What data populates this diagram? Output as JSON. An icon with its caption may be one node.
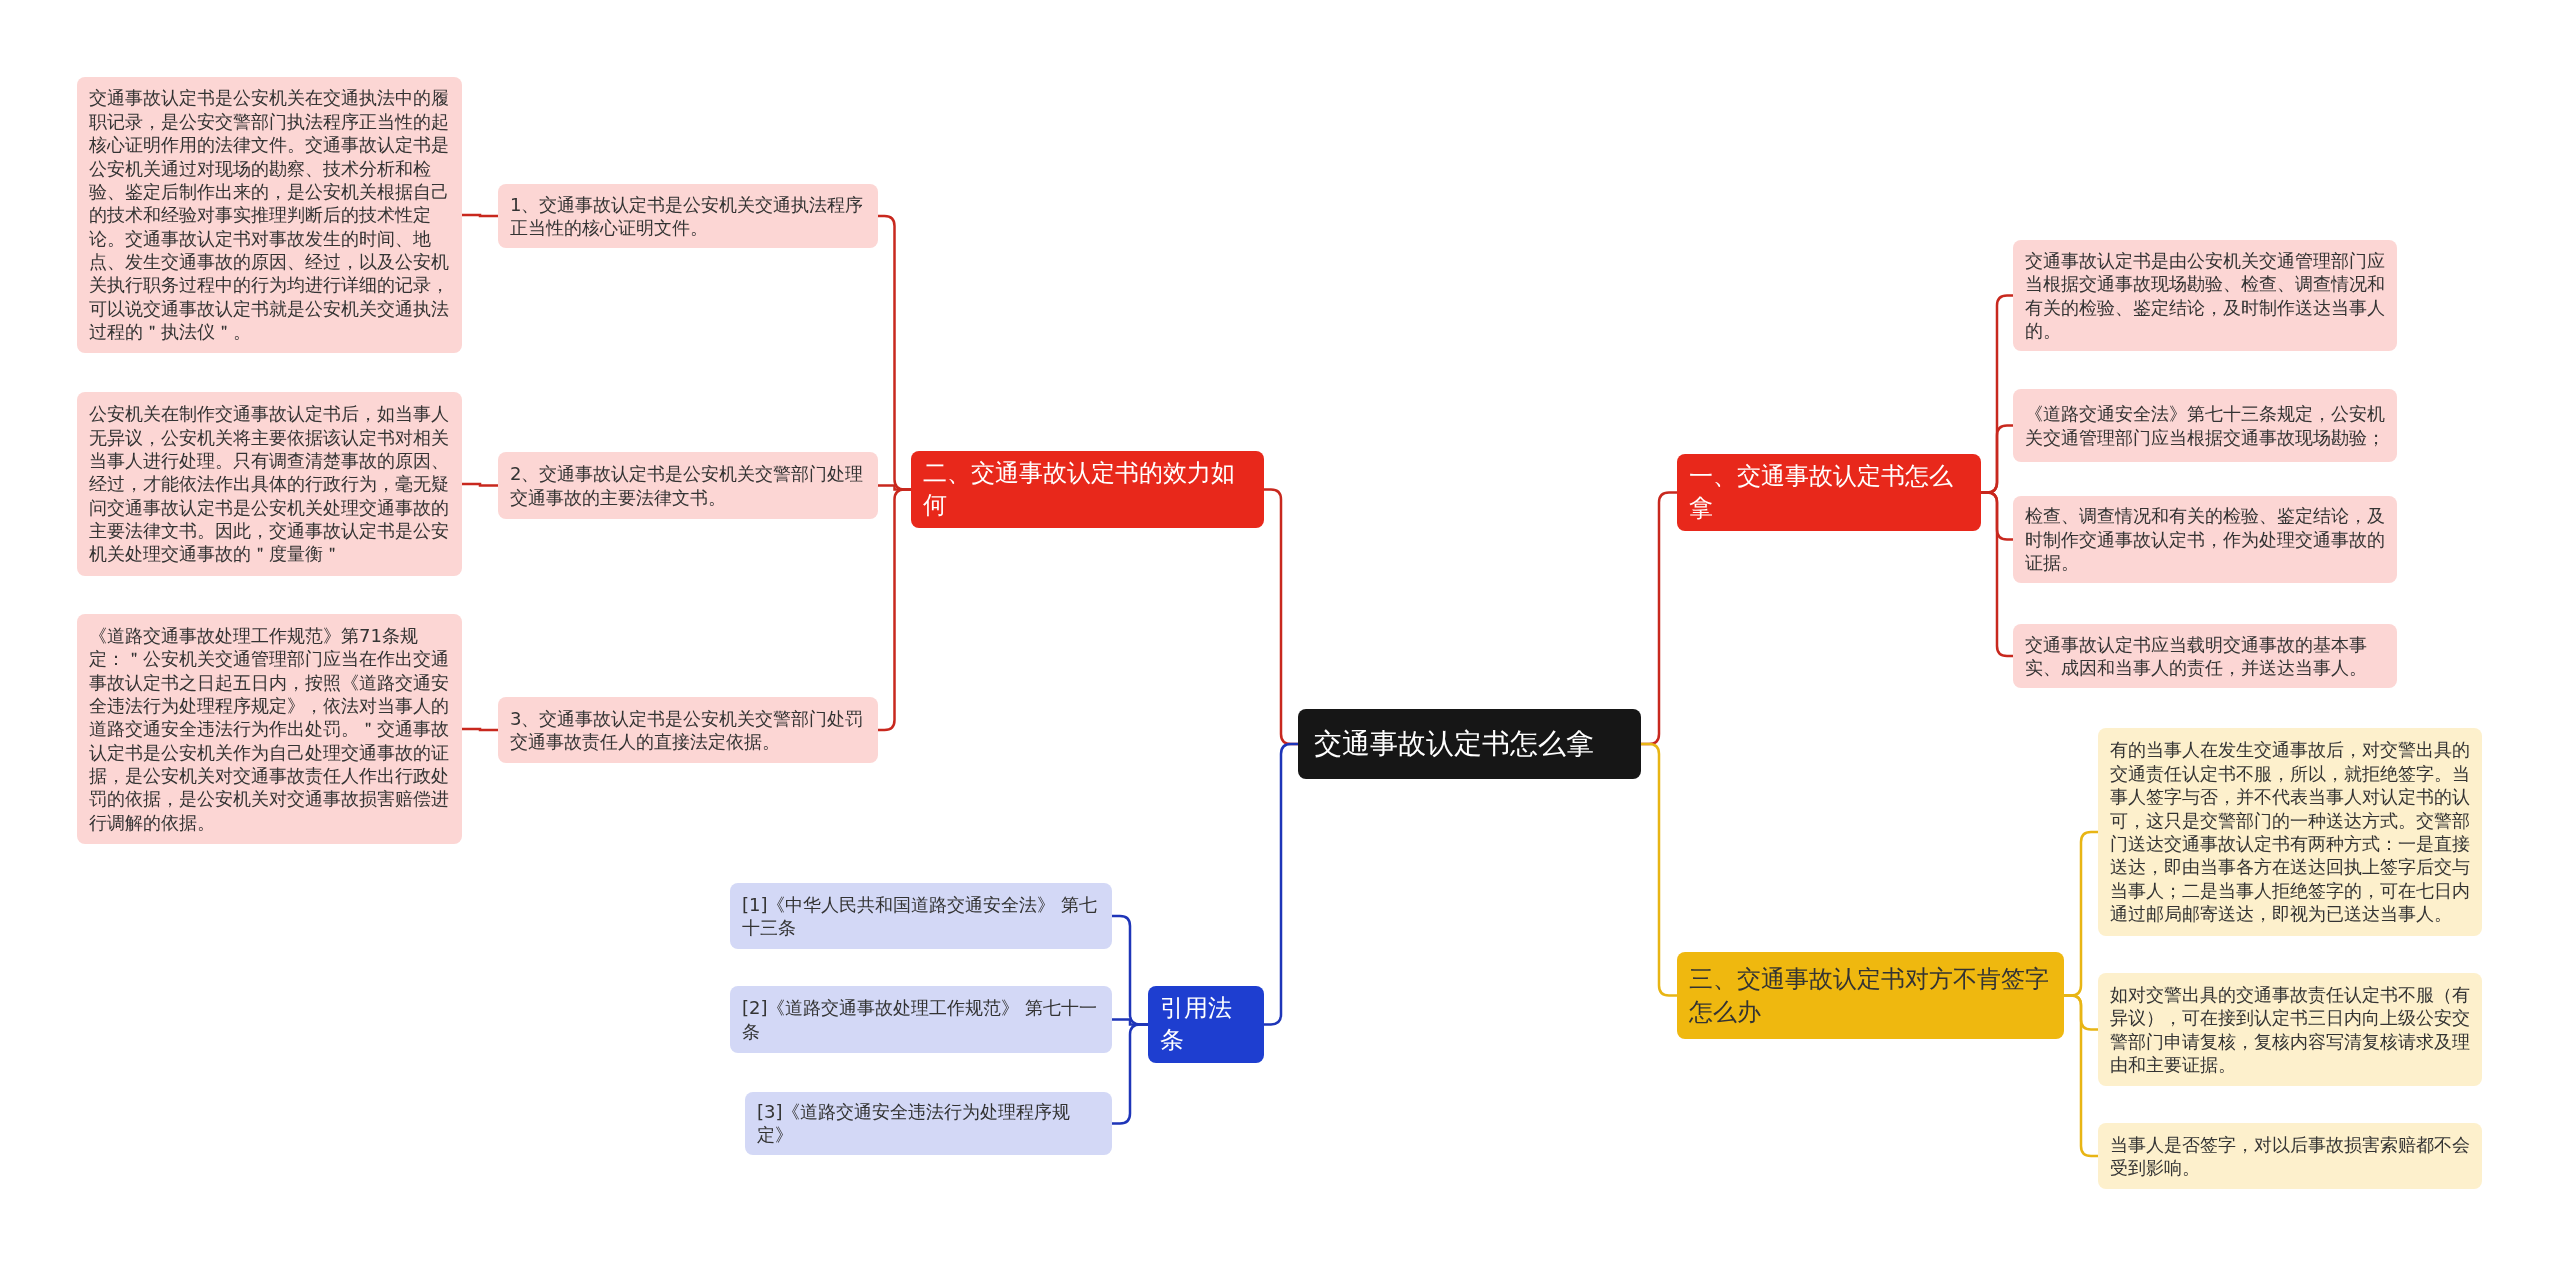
{
  "diagram": {
    "nodes": [
      {
        "text": [
          "交通事故认定书怎么拿"
        ]
      },
      {
        "text": [
          "二、交通事故认定书的效力如何"
        ]
      },
      {
        "text": [
          "1、交通事故认定书是公安机关交通执法程序正当性的核心证明文件。"
        ]
      },
      {
        "text": [
          "交通事故认定书是公安机关在交通执法中的履职记录，是公安交警部门执法程序正当性的起核心证明作用的法律文件。交通事故认定书是公安机关通过对现场的勘察、技术分析和检验、鉴定后制作出来的，是公安机关根据自己的技术和经验对事实推理判断后的技术性定论。交通事故认定书对事故发生的时间、地点、发生交通事故的原因、经过，以及公安机关执行职务过程中的行为均进行详细的记录，可以说交通事故认定书就是公安机关交通执法过程的＂执法仪＂。"
        ]
      },
      {
        "text": [
          "2、交通事故认定书是公安机关交警部门处理交通事故的主要法律文书。"
        ]
      },
      {
        "text": [
          "公安机关在制作交通事故认定书后，如当事人无异议，公安机关将主要依据该认定书对相关当事人进行处理。只有调查清楚事故的原因、经过，才能依法作出具体的行政行为，毫无疑问交通事故认定书是公安机关处理交通事故的主要法律文书。因此，交通事故认定书是公安机关处理交通事故的＂度量衡＂"
        ]
      },
      {
        "text": [
          "3、交通事故认定书是公安机关交警部门处罚交通事故责任人的直接法定依据。"
        ]
      },
      {
        "text": [
          "《道路交通事故处理工作规范》第71条规定：＂公安机关交通管理部门应当在作出交通事故认定书之日起五日内，按照《道路交通安全违法行为处理程序规定》，依法对当事人的道路交通安全违法行为作出处罚。＂交通事故认定书是公安机关作为自己处理交通事故的证据，是公安机关对交通事故责任人作出行政处罚的依据，是公安机关对交通事故损害赔偿进行调解的依据。"
        ]
      },
      {
        "text": [
          "引用法条"
        ]
      },
      {
        "text": [
          "[1]《中华人民共和国道路交通安全法》 第七十三条"
        ]
      },
      {
        "text": [
          "[2]《道路交通事故处理工作规范》 第七十一条"
        ]
      },
      {
        "text": [
          "[3]《道路交通安全违法行为处理程序规定》"
        ]
      },
      {
        "text": [
          "一、交通事故认定书怎么拿"
        ]
      },
      {
        "text": [
          "交通事故认定书是由公安机关交通管理部门应当根据交通事故现场勘验、检查、调查情况和有关的检验、鉴定结论，及时制作送达当事人的。"
        ]
      },
      {
        "text": [
          "《道路交通安全法》第七十三条规定，公安机关交通管理部门应当根据交通事故现场勘验；"
        ]
      },
      {
        "text": [
          "检查、调查情况和有关的检验、鉴定结论，及时制作交通事故认定书，作为处理交通事故的证据。"
        ]
      },
      {
        "text": [
          "交通事故认定书应当载明交通事故的基本事实、成因和当事人的责任，并送达当事人。"
        ]
      },
      {
        "text": [
          "三、交通事故认定书对方不肯签字怎么办"
        ]
      },
      {
        "text": [
          "有的当事人在发生交通事故后，对交警出具的交通责任认定书不服，所以，就拒绝签字。当事人签字与否，并不代表当事人对认定书的认可，这只是交警部门的一种送达方式。交警部门送达交通事故认定书有两种方式：一是直接送达，即由当事各方在送达回执上签字后交与当事人；二是当事人拒绝签字的，可在七日内通过邮局邮寄送达，即视为已送达当事人。"
        ]
      },
      {
        "text": [
          "如对交警出具的交通事故责任认定书不服（有异议），可在接到认定书三日内向上级公安交警部门申请复核，复核内容写清复核请求及理由和主要证据。"
        ]
      },
      {
        "text": [
          "当事人是否签字，对以后事故损害索赔都不会受到影响。"
        ]
      }
    ],
    "edges": [
      {
        "from": 0,
        "to": 1,
        "arrow": "none"
      },
      {
        "from": 1,
        "to": 2,
        "arrow": "none"
      },
      {
        "from": 2,
        "to": 3,
        "arrow": "none"
      },
      {
        "from": 1,
        "to": 4,
        "arrow": "none"
      },
      {
        "from": 4,
        "to": 5,
        "arrow": "none"
      },
      {
        "from": 1,
        "to": 6,
        "arrow": "none"
      },
      {
        "from": 6,
        "to": 7,
        "arrow": "none"
      },
      {
        "from": 0,
        "to": 8,
        "arrow": "none",
        "color": "#1e35b8"
      },
      {
        "from": 8,
        "to": 9,
        "arrow": "none",
        "color": "#1e35b8"
      },
      {
        "from": 8,
        "to": 10,
        "arrow": "none",
        "color": "#1e35b8"
      },
      {
        "from": 8,
        "to": 11,
        "arrow": "none",
        "color": "#1e35b8"
      },
      {
        "from": 0,
        "to": 12,
        "arrow": "none"
      },
      {
        "from": 12,
        "to": 13,
        "arrow": "none"
      },
      {
        "from": 12,
        "to": 14,
        "arrow": "none"
      },
      {
        "from": 12,
        "to": 15,
        "arrow": "none"
      },
      {
        "from": 12,
        "to": 16,
        "arrow": "none"
      },
      {
        "from": 0,
        "to": 17,
        "arrow": "none",
        "color": "#e8b514"
      },
      {
        "from": 17,
        "to": 18,
        "arrow": "none",
        "color": "#e8b514"
      },
      {
        "from": 17,
        "to": 19,
        "arrow": "none",
        "color": "#e8b514"
      },
      {
        "from": 17,
        "to": 20,
        "arrow": "none",
        "color": "#e8b514"
      }
    ]
  }
}
